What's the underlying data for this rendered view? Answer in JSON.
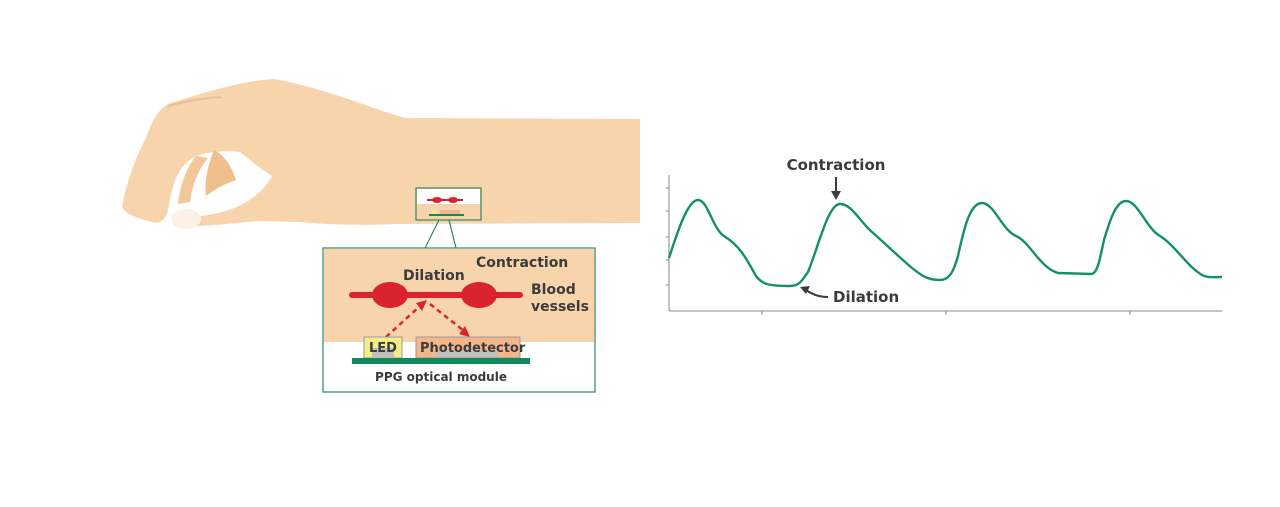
{
  "colors": {
    "skin": "#f8d4ad",
    "skin_shadow": "#efc08e",
    "nail": "#fdf1e6",
    "vessel": "#d9232d",
    "arrow": "#d9232d",
    "board": "#0f8a5f",
    "led_fill": "#f3ec8a",
    "detector_fill": "#f3b58a",
    "frame": "#2b8a5a",
    "waveform": "#13906a",
    "axis": "#8a8a8a",
    "label": "#3b3b3b"
  },
  "inset": {
    "dilation_label": "Dilation",
    "contraction_label": "Contraction",
    "vessels_label_line1": "Blood",
    "vessels_label_line2": "vessels",
    "led_label": "LED",
    "detector_label": "Photodetector",
    "module_label": "PPG optical module"
  },
  "waveform": {
    "contraction_label": "Contraction",
    "dilation_label": "Dilation"
  }
}
